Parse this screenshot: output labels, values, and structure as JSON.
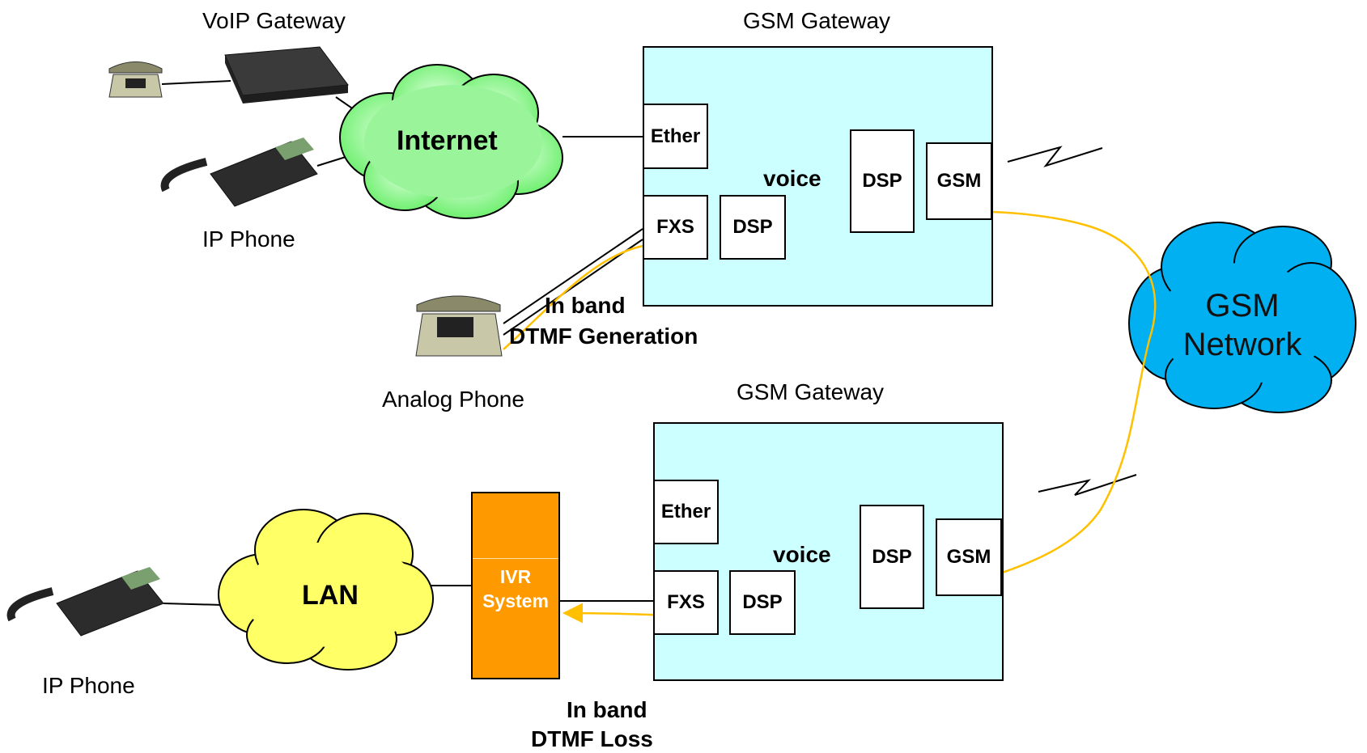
{
  "labels": {
    "voip_gateway": "VoIP Gateway",
    "ip_phone_top": "IP Phone",
    "ip_phone_bottom": "IP Phone",
    "analog_phone": "Analog Phone",
    "gsm_gateway_top": "GSM Gateway",
    "gsm_gateway_bottom": "GSM Gateway",
    "internet": "Internet",
    "lan": "LAN",
    "gsm_network_line1": "GSM",
    "gsm_network_line2": "Network",
    "dtmf_gen_line1": "In band",
    "dtmf_gen_line2": "DTMF Generation",
    "dtmf_loss_line1": "In band",
    "dtmf_loss_line2": "DTMF Loss",
    "ivr_line1": "IVR",
    "ivr_line2": "System"
  },
  "gateway_top": {
    "ether": "Ether",
    "fxs": "FXS",
    "dsp_left": "DSP",
    "voice": "voice",
    "dsp_right": "DSP",
    "gsm": "GSM"
  },
  "gateway_bottom": {
    "ether": "Ether",
    "fxs": "FXS",
    "dsp_left": "DSP",
    "voice": "voice",
    "dsp_right": "DSP",
    "gsm": "GSM"
  },
  "colors": {
    "gateway_fill": "#ccffff",
    "internet_cloud": "#99ff99",
    "lan_cloud": "#ffff66",
    "gsm_cloud": "#00b0f0",
    "ivr_fill": "#ff9900",
    "signal_path": "#ffc000"
  }
}
